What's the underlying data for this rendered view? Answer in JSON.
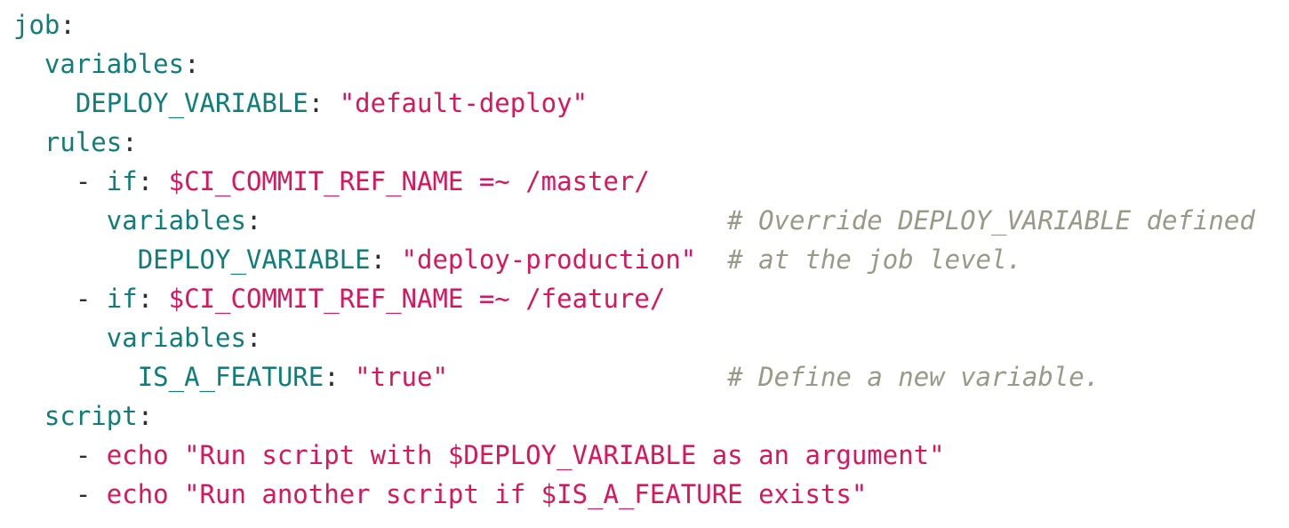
{
  "colors": {
    "background": "#ffffff",
    "key": "#0f7e7a",
    "punctuation": "#2f2f2f",
    "string": "#d9155c",
    "comment": "#999988"
  },
  "code": {
    "language": "yaml",
    "lines": [
      {
        "tokens": [
          {
            "text": "job",
            "type": "key"
          },
          {
            "text": ":",
            "type": "punct"
          }
        ]
      },
      {
        "tokens": [
          {
            "text": "  ",
            "type": "plain"
          },
          {
            "text": "variables",
            "type": "key"
          },
          {
            "text": ":",
            "type": "punct"
          }
        ]
      },
      {
        "tokens": [
          {
            "text": "    ",
            "type": "plain"
          },
          {
            "text": "DEPLOY_VARIABLE",
            "type": "key"
          },
          {
            "text": ":",
            "type": "punct"
          },
          {
            "text": " ",
            "type": "plain"
          },
          {
            "text": "\"default-deploy\"",
            "type": "string"
          }
        ]
      },
      {
        "tokens": [
          {
            "text": "  ",
            "type": "plain"
          },
          {
            "text": "rules",
            "type": "key"
          },
          {
            "text": ":",
            "type": "punct"
          }
        ]
      },
      {
        "tokens": [
          {
            "text": "    ",
            "type": "plain"
          },
          {
            "text": "-",
            "type": "punct"
          },
          {
            "text": " ",
            "type": "plain"
          },
          {
            "text": "if",
            "type": "key"
          },
          {
            "text": ":",
            "type": "punct"
          },
          {
            "text": " ",
            "type": "plain"
          },
          {
            "text": "$CI_COMMIT_REF_NAME =~ /master/",
            "type": "string"
          }
        ]
      },
      {
        "tokens": [
          {
            "text": "      ",
            "type": "plain"
          },
          {
            "text": "variables",
            "type": "key"
          },
          {
            "text": ":",
            "type": "punct"
          },
          {
            "text": "                              ",
            "type": "plain"
          },
          {
            "text": "# Override DEPLOY_VARIABLE defined",
            "type": "comment"
          }
        ]
      },
      {
        "tokens": [
          {
            "text": "        ",
            "type": "plain"
          },
          {
            "text": "DEPLOY_VARIABLE",
            "type": "key"
          },
          {
            "text": ":",
            "type": "punct"
          },
          {
            "text": " ",
            "type": "plain"
          },
          {
            "text": "\"deploy-production\"",
            "type": "string"
          },
          {
            "text": "  ",
            "type": "plain"
          },
          {
            "text": "# at the job level.",
            "type": "comment"
          }
        ]
      },
      {
        "tokens": [
          {
            "text": "    ",
            "type": "plain"
          },
          {
            "text": "-",
            "type": "punct"
          },
          {
            "text": " ",
            "type": "plain"
          },
          {
            "text": "if",
            "type": "key"
          },
          {
            "text": ":",
            "type": "punct"
          },
          {
            "text": " ",
            "type": "plain"
          },
          {
            "text": "$CI_COMMIT_REF_NAME =~ /feature/",
            "type": "string"
          }
        ]
      },
      {
        "tokens": [
          {
            "text": "      ",
            "type": "plain"
          },
          {
            "text": "variables",
            "type": "key"
          },
          {
            "text": ":",
            "type": "punct"
          }
        ]
      },
      {
        "tokens": [
          {
            "text": "        ",
            "type": "plain"
          },
          {
            "text": "IS_A_FEATURE",
            "type": "key"
          },
          {
            "text": ":",
            "type": "punct"
          },
          {
            "text": " ",
            "type": "plain"
          },
          {
            "text": "\"true\"",
            "type": "string"
          },
          {
            "text": "                  ",
            "type": "plain"
          },
          {
            "text": "# Define a new variable.",
            "type": "comment"
          }
        ]
      },
      {
        "tokens": [
          {
            "text": "  ",
            "type": "plain"
          },
          {
            "text": "script",
            "type": "key"
          },
          {
            "text": ":",
            "type": "punct"
          }
        ]
      },
      {
        "tokens": [
          {
            "text": "    ",
            "type": "plain"
          },
          {
            "text": "-",
            "type": "punct"
          },
          {
            "text": " ",
            "type": "plain"
          },
          {
            "text": "echo \"Run script with $DEPLOY_VARIABLE as an argument\"",
            "type": "string"
          }
        ]
      },
      {
        "tokens": [
          {
            "text": "    ",
            "type": "plain"
          },
          {
            "text": "-",
            "type": "punct"
          },
          {
            "text": " ",
            "type": "plain"
          },
          {
            "text": "echo \"Run another script if $IS_A_FEATURE exists\"",
            "type": "string"
          }
        ]
      }
    ]
  }
}
